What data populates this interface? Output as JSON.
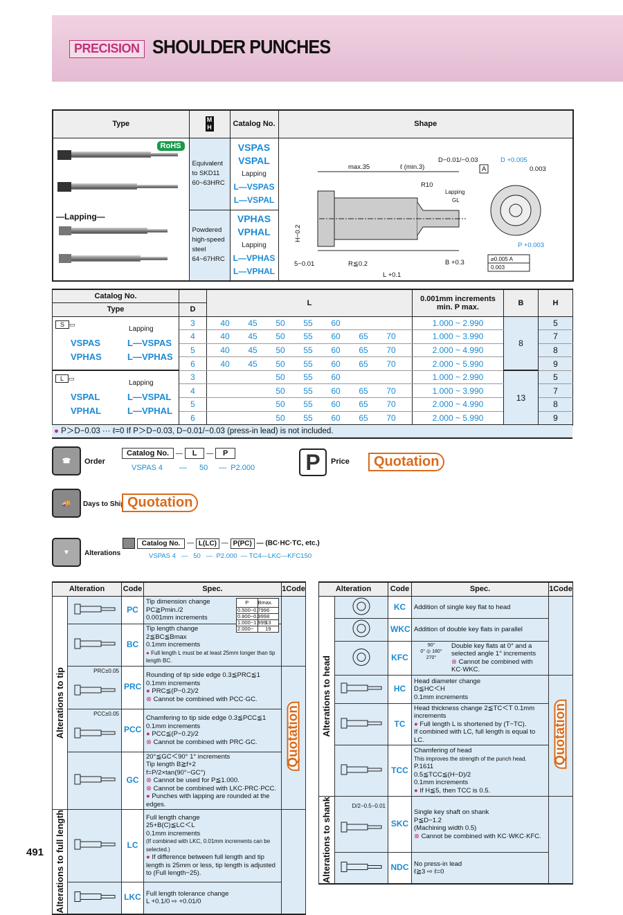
{
  "header": {
    "badge": "PRECISION",
    "title": "SHOULDER PUNCHES"
  },
  "type_table": {
    "headers": {
      "type": "Type",
      "material": "M H",
      "catalog": "Catalog No.",
      "shape": "Shape"
    },
    "rohs": "RoHS",
    "lapping_label": "—Lapping—",
    "rows": [
      {
        "material": "Equivalent to SKD11 60~63HRC",
        "catalog": [
          "VSPAS",
          "VSPAL"
        ],
        "lapping": "Lapping",
        "lapping_catalog": [
          "L—VSPAS",
          "L—VSPAL"
        ]
      },
      {
        "material": "Powdered high-speed steel 64~67HRC",
        "catalog": [
          "VPHAS",
          "VPHAL"
        ],
        "lapping": "Lapping",
        "lapping_catalog": [
          "L—VPHAS",
          "L—VPHAL"
        ]
      }
    ],
    "shape_labels": {
      "max35": "max.35",
      "lmin": "ℓ (min.3)",
      "dtol": "D−0.01/−0.03",
      "r10": "R10",
      "lapping": "Lapping",
      "gl": "GL",
      "h": "H−0.2",
      "five": "5−0.01",
      "r02": "R≦0.2",
      "b": "B +0.3",
      "l": "L +0.1",
      "p": "P +0.003",
      "a": "A",
      "conc": "0.003",
      "datum_d": "D +0.005",
      "perp": "⌀0.005 A",
      "flat": "0.003"
    }
  },
  "spec_table": {
    "headers": {
      "catalog": "Catalog No.",
      "type": "Type",
      "d": "D",
      "l": "L",
      "p1": "0.001mm increments",
      "p2": "min.  P  max.",
      "b": "B",
      "h": "H"
    },
    "groups": [
      {
        "shape_tag": "S",
        "lapping": "Lapping",
        "types": [
          "VSPAS",
          "VPHAS"
        ],
        "lap_types": [
          "L—VSPAS",
          "L—VPHAS"
        ],
        "b": "8",
        "rows": [
          {
            "d": "3",
            "l": [
              "40",
              "45",
              "50",
              "55",
              "60",
              "",
              ""
            ],
            "p": "1.000 ~ 2.990",
            "h": "5"
          },
          {
            "d": "4",
            "l": [
              "40",
              "45",
              "50",
              "55",
              "60",
              "65",
              "70"
            ],
            "p": "1.000 ~ 3.990",
            "h": "7"
          },
          {
            "d": "5",
            "l": [
              "40",
              "45",
              "50",
              "55",
              "60",
              "65",
              "70"
            ],
            "p": "2.000 ~ 4.990",
            "h": "8"
          },
          {
            "d": "6",
            "l": [
              "40",
              "45",
              "50",
              "55",
              "60",
              "65",
              "70"
            ],
            "p": "2.000 ~ 5.990",
            "h": "9"
          }
        ]
      },
      {
        "shape_tag": "L",
        "lapping": "Lapping",
        "types": [
          "VSPAL",
          "VPHAL"
        ],
        "lap_types": [
          "L—VSPAL",
          "L—VPHAL"
        ],
        "b": "13",
        "rows": [
          {
            "d": "3",
            "l": [
              "",
              "",
              "50",
              "55",
              "60",
              "",
              ""
            ],
            "p": "1.000 ~ 2.990",
            "h": "5"
          },
          {
            "d": "4",
            "l": [
              "",
              "",
              "50",
              "55",
              "60",
              "65",
              "70"
            ],
            "p": "1.000 ~ 3.990",
            "h": "7"
          },
          {
            "d": "5",
            "l": [
              "",
              "",
              "50",
              "55",
              "60",
              "65",
              "70"
            ],
            "p": "2.000 ~ 4.990",
            "h": "8"
          },
          {
            "d": "6",
            "l": [
              "",
              "",
              "50",
              "55",
              "60",
              "65",
              "70"
            ],
            "p": "2.000 ~ 5.990",
            "h": "9"
          }
        ]
      }
    ],
    "footnote": "P＞D−0.03 ··· ℓ=0  If P＞D−0.03, D−0.01/−0.03 (press-in lead) is not included."
  },
  "order": {
    "label": "Order",
    "fields": [
      "Catalog No.",
      "L",
      "P"
    ],
    "example": [
      "VSPAS 4",
      "—",
      "50",
      "—",
      "P2.000"
    ],
    "price_label": "Price",
    "price": "Quotation",
    "ship_label": "Days to Ship",
    "ship": "Quotation"
  },
  "alterations": {
    "label": "Alterations",
    "fields": [
      "Catalog No.",
      "L(LC)",
      "P(PC)"
    ],
    "etc": "— (BC·HC·TC, etc.)",
    "example": "VSPAS 4   —   50   —  P2.000  — TC4—LKC—KFC150"
  },
  "alt_headers": {
    "alteration": "Alteration",
    "code": "Code",
    "spec": "Spec.",
    "onecode": "1Code",
    "quotation": "Quotation"
  },
  "alt_left": {
    "groups": [
      {
        "name": "Alterations to tip"
      },
      {
        "name": "Alterations to full length"
      }
    ],
    "pc_table": {
      "h1": "P",
      "h2": "Bmax.",
      "rows": [
        [
          "0.500~0.799",
          "6"
        ],
        [
          "0.800~0.999",
          "8"
        ],
        [
          "1.000~1.999",
          "13"
        ],
        [
          "2.000~",
          "19"
        ]
      ]
    },
    "rows": [
      {
        "code": "PC",
        "spec": [
          "Tip dimension change",
          "PC≧Pmin./2",
          "0.001mm increments"
        ]
      },
      {
        "code": "BC",
        "spec": [
          "Tip length change",
          "2≦BC≦Bmax",
          "0.1mm increments",
          "Full length L must be at least 25mm longer than tip length BC."
        ]
      },
      {
        "code": "PRC",
        "spec": [
          "Rounding of tip side edge    0.3≦PRC≦1",
          "0.1mm increments",
          "PRC≦(P−0.2)/2",
          "Cannot be combined with PCC·GC."
        ],
        "fig": "PRC±0.05"
      },
      {
        "code": "PCC",
        "spec": [
          "Chamfering to tip side edge    0.3≦PCC≦1",
          "0.1mm increments",
          "PCC≦(P−0.2)/2",
          "Cannot be combined with PRC·GC."
        ],
        "fig": "PCC±0.05"
      },
      {
        "code": "GC",
        "spec": [
          "20°≦GC＜90°   1° increments",
          "Tip length  B≧f+2",
          "f=P/2×tan(90°−GC°)",
          "Cannot be used for P≦1.000.",
          "Cannot be combined with LKC·PRC·PCC.",
          "Punches with lapping are rounded at the edges."
        ]
      },
      {
        "code": "LC",
        "spec": [
          "Full length change",
          "25+B(C)≦LC＜L",
          "0.1mm increments",
          "(If combined with LKC, 0.01mm increments can be selected.)",
          "If difference between full length and tip length is 25mm or less, tip length is adjusted to (Full length−25)."
        ]
      },
      {
        "code": "LKC",
        "spec": [
          "Full length tolerance change",
          "L +0.1/0  ⇨  +0.01/0"
        ]
      }
    ]
  },
  "alt_right": {
    "groups": [
      {
        "name": "Alterations to head"
      },
      {
        "name": "Alterations to shank"
      }
    ],
    "rows": [
      {
        "code": "KC",
        "spec": [
          "Addition of single key flat to head"
        ]
      },
      {
        "code": "WKC",
        "spec": [
          "Addition of double key flats in parallel"
        ]
      },
      {
        "code": "KFC",
        "spec": [
          "Double key flats at 0° and a selected angle 1° increments",
          "Cannot be combined with KC·WKC."
        ],
        "angles": [
          "90°",
          "0°",
          "180°",
          "270°"
        ]
      },
      {
        "code": "HC",
        "spec": [
          "Head diameter change",
          "D≦HC＜H",
          "0.1mm increments"
        ]
      },
      {
        "code": "TC",
        "spec": [
          "Head thickness change  2≦TC＜T  0.1mm increments",
          "Full length L is shortened by (T−TC).",
          "If combined with LC, full length is equal to LC."
        ]
      },
      {
        "code": "TCC",
        "spec": [
          "Chamfering of head",
          "This improves the strength of the punch head.",
          "P.1611",
          "0.5≦TCC≦(H−D)/2",
          "0.1mm increments",
          "If H≦5, then TCC is 0.5."
        ]
      },
      {
        "code": "SKC",
        "spec": [
          "Single key shaft on shank",
          "P≦D−1.2",
          "(Machining width 0.5)",
          "Cannot be combined with KC·WKC·KFC."
        ],
        "fig": "D/2−0.5−0.01"
      },
      {
        "code": "NDC",
        "spec": [
          "No press-in lead",
          "ℓ≧3 ⇨ ℓ=0"
        ]
      }
    ]
  },
  "page_number": "491",
  "colors": {
    "accent": "#1a8ad4",
    "quotation": "#d96a1a",
    "header_band": "#e8c4d8",
    "cell_bg": "#dcebf6",
    "note": "#c0307a"
  }
}
